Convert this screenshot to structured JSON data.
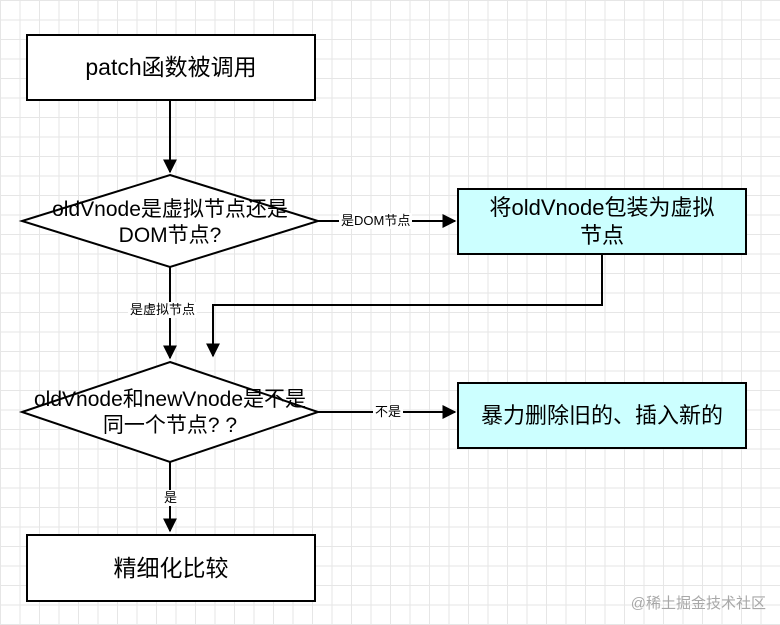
{
  "nodes": {
    "start": "patch函数被调用",
    "decision1": "oldVnode是虚拟节点还是DOM节点?",
    "wrap": "将oldVnode包装为虚拟节点",
    "decision2": "oldVnode和newVnode是不是同一个节点? ?",
    "replace": "暴力删除旧的、插入新的",
    "refine": "精细化比较"
  },
  "edges": {
    "is_dom": "是DOM节点",
    "is_virtual": "是虚拟节点",
    "not_same": "不是",
    "same": "是"
  },
  "colors": {
    "stroke": "#000000",
    "process_fill": "#ffffff",
    "highlight_fill": "#ccffff",
    "grid": "#e6e6e6"
  },
  "watermark": "@稀土掘金技术社区"
}
